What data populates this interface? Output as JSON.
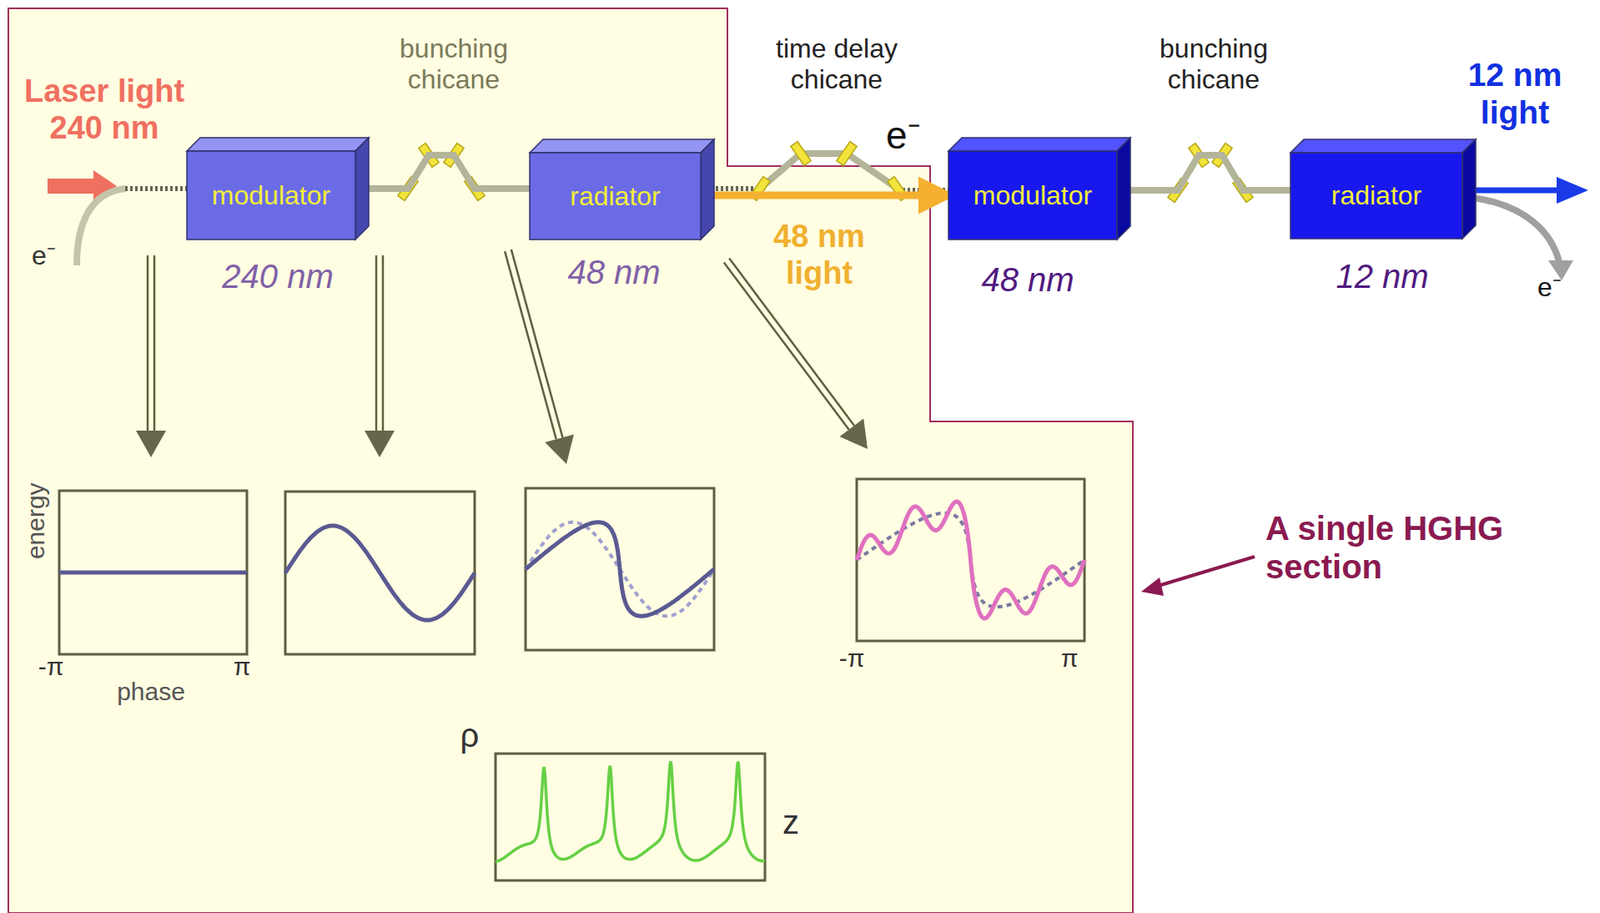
{
  "diagram": {
    "nodes": [
      {
        "text": [
          "modulator"
        ]
      },
      {
        "text": [
          "radiator"
        ]
      },
      {
        "text": [
          "modulator"
        ]
      },
      {
        "text": [
          "radiator"
        ]
      }
    ],
    "edges": [
      {
        "from": 0,
        "to": 1,
        "arrow": "none"
      },
      {
        "from": 1,
        "to": 2,
        "arrow": "to",
        "label": "48 nm light"
      },
      {
        "from": 2,
        "to": 3,
        "arrow": "none"
      }
    ],
    "labels": [
      "Laser light 240 nm",
      "e⁻",
      "bunching chicane",
      "240 nm",
      "48 nm",
      "time delay chicane",
      "e⁻",
      "48 nm",
      "bunching chicane",
      "12 nm",
      "12 nm light",
      "e⁻",
      "energy",
      "phase",
      "-π",
      "π",
      "-π",
      "π",
      "ρ",
      "z",
      "A single HGHG section"
    ]
  }
}
